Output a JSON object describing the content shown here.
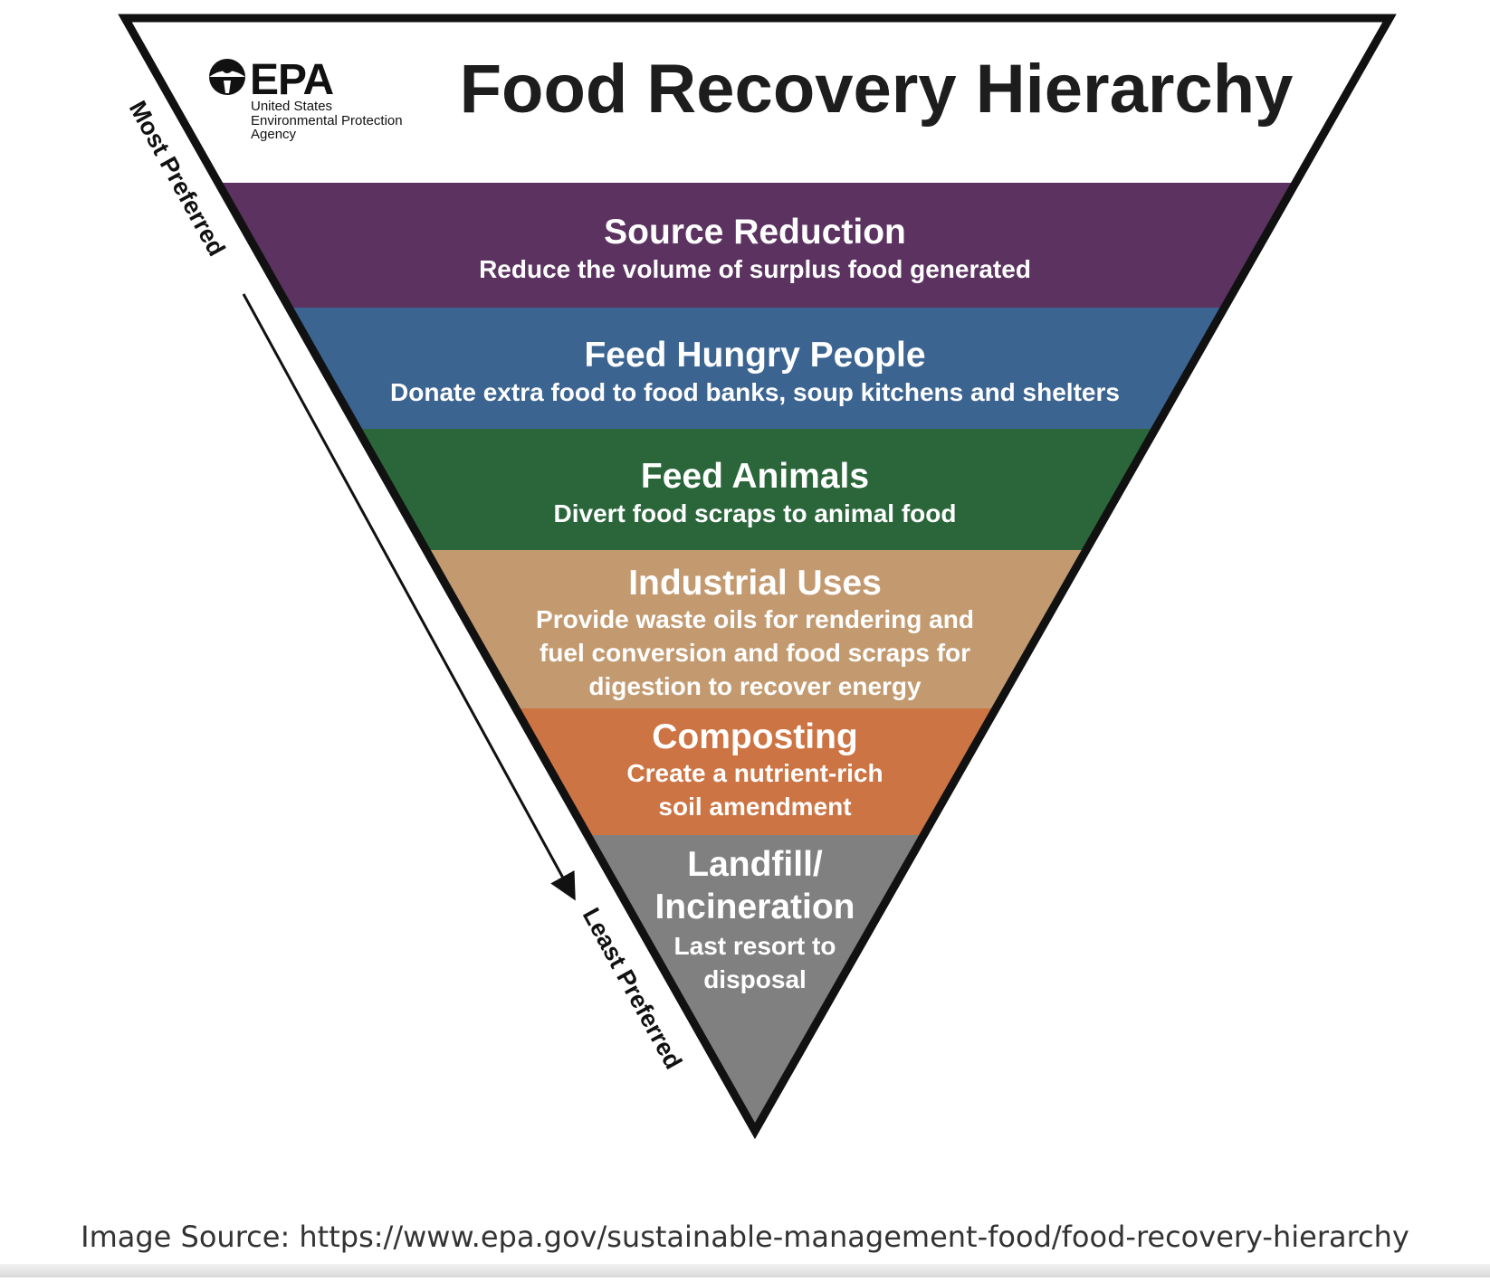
{
  "title": "Food Recovery Hierarchy",
  "logo": {
    "wordmark": "EPA",
    "agency_lines": [
      "United States",
      "Environmental Protection",
      "Agency"
    ]
  },
  "axis": {
    "top_label": "Most Preferred",
    "bottom_label": "Least Preferred"
  },
  "tiers": [
    {
      "title_lines": [
        "Source Reduction"
      ],
      "desc_lines": [
        "Reduce the volume of surplus food generated"
      ],
      "color": "#5b3260"
    },
    {
      "title_lines": [
        "Feed Hungry People"
      ],
      "desc_lines": [
        "Donate extra food to food banks, soup kitchens and shelters"
      ],
      "color": "#3b6491"
    },
    {
      "title_lines": [
        "Feed Animals"
      ],
      "desc_lines": [
        "Divert food scraps to animal food"
      ],
      "color": "#2a663a"
    },
    {
      "title_lines": [
        "Industrial Uses"
      ],
      "desc_lines": [
        "Provide waste oils for rendering and",
        "fuel conversion and food scraps for",
        "digestion to recover energy"
      ],
      "color": "#c39a70"
    },
    {
      "title_lines": [
        "Composting"
      ],
      "desc_lines": [
        "Create a nutrient-rich",
        "soil amendment"
      ],
      "color": "#cc7443"
    },
    {
      "title_lines": [
        "Landfill/",
        "Incineration"
      ],
      "desc_lines": [
        "Last resort to",
        "disposal"
      ],
      "color": "#808080"
    }
  ],
  "caption": "Image Source: https://www.epa.gov/sustainable-management-food/food-recovery-hierarchy"
}
